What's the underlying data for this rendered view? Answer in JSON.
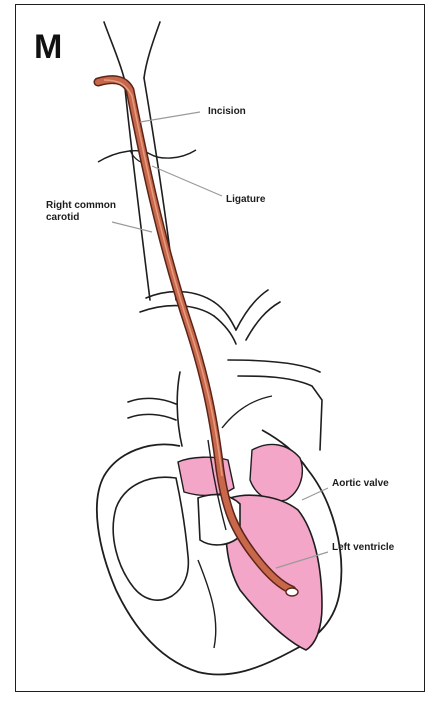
{
  "panel": {
    "letter": "M"
  },
  "labels": {
    "incision": "Incision",
    "ligature": "Ligature",
    "carotid_line1": "Right common",
    "carotid_line2": "carotid",
    "aortic_valve": "Aortic valve",
    "left_ventricle": "Left ventricle"
  },
  "colors": {
    "catheter": "#c8674a",
    "catheter_edge": "#5a2418",
    "chamber_fill": "#f3a6c8",
    "outline": "#1e1e1e",
    "leader_line": "#9a9a9a"
  }
}
